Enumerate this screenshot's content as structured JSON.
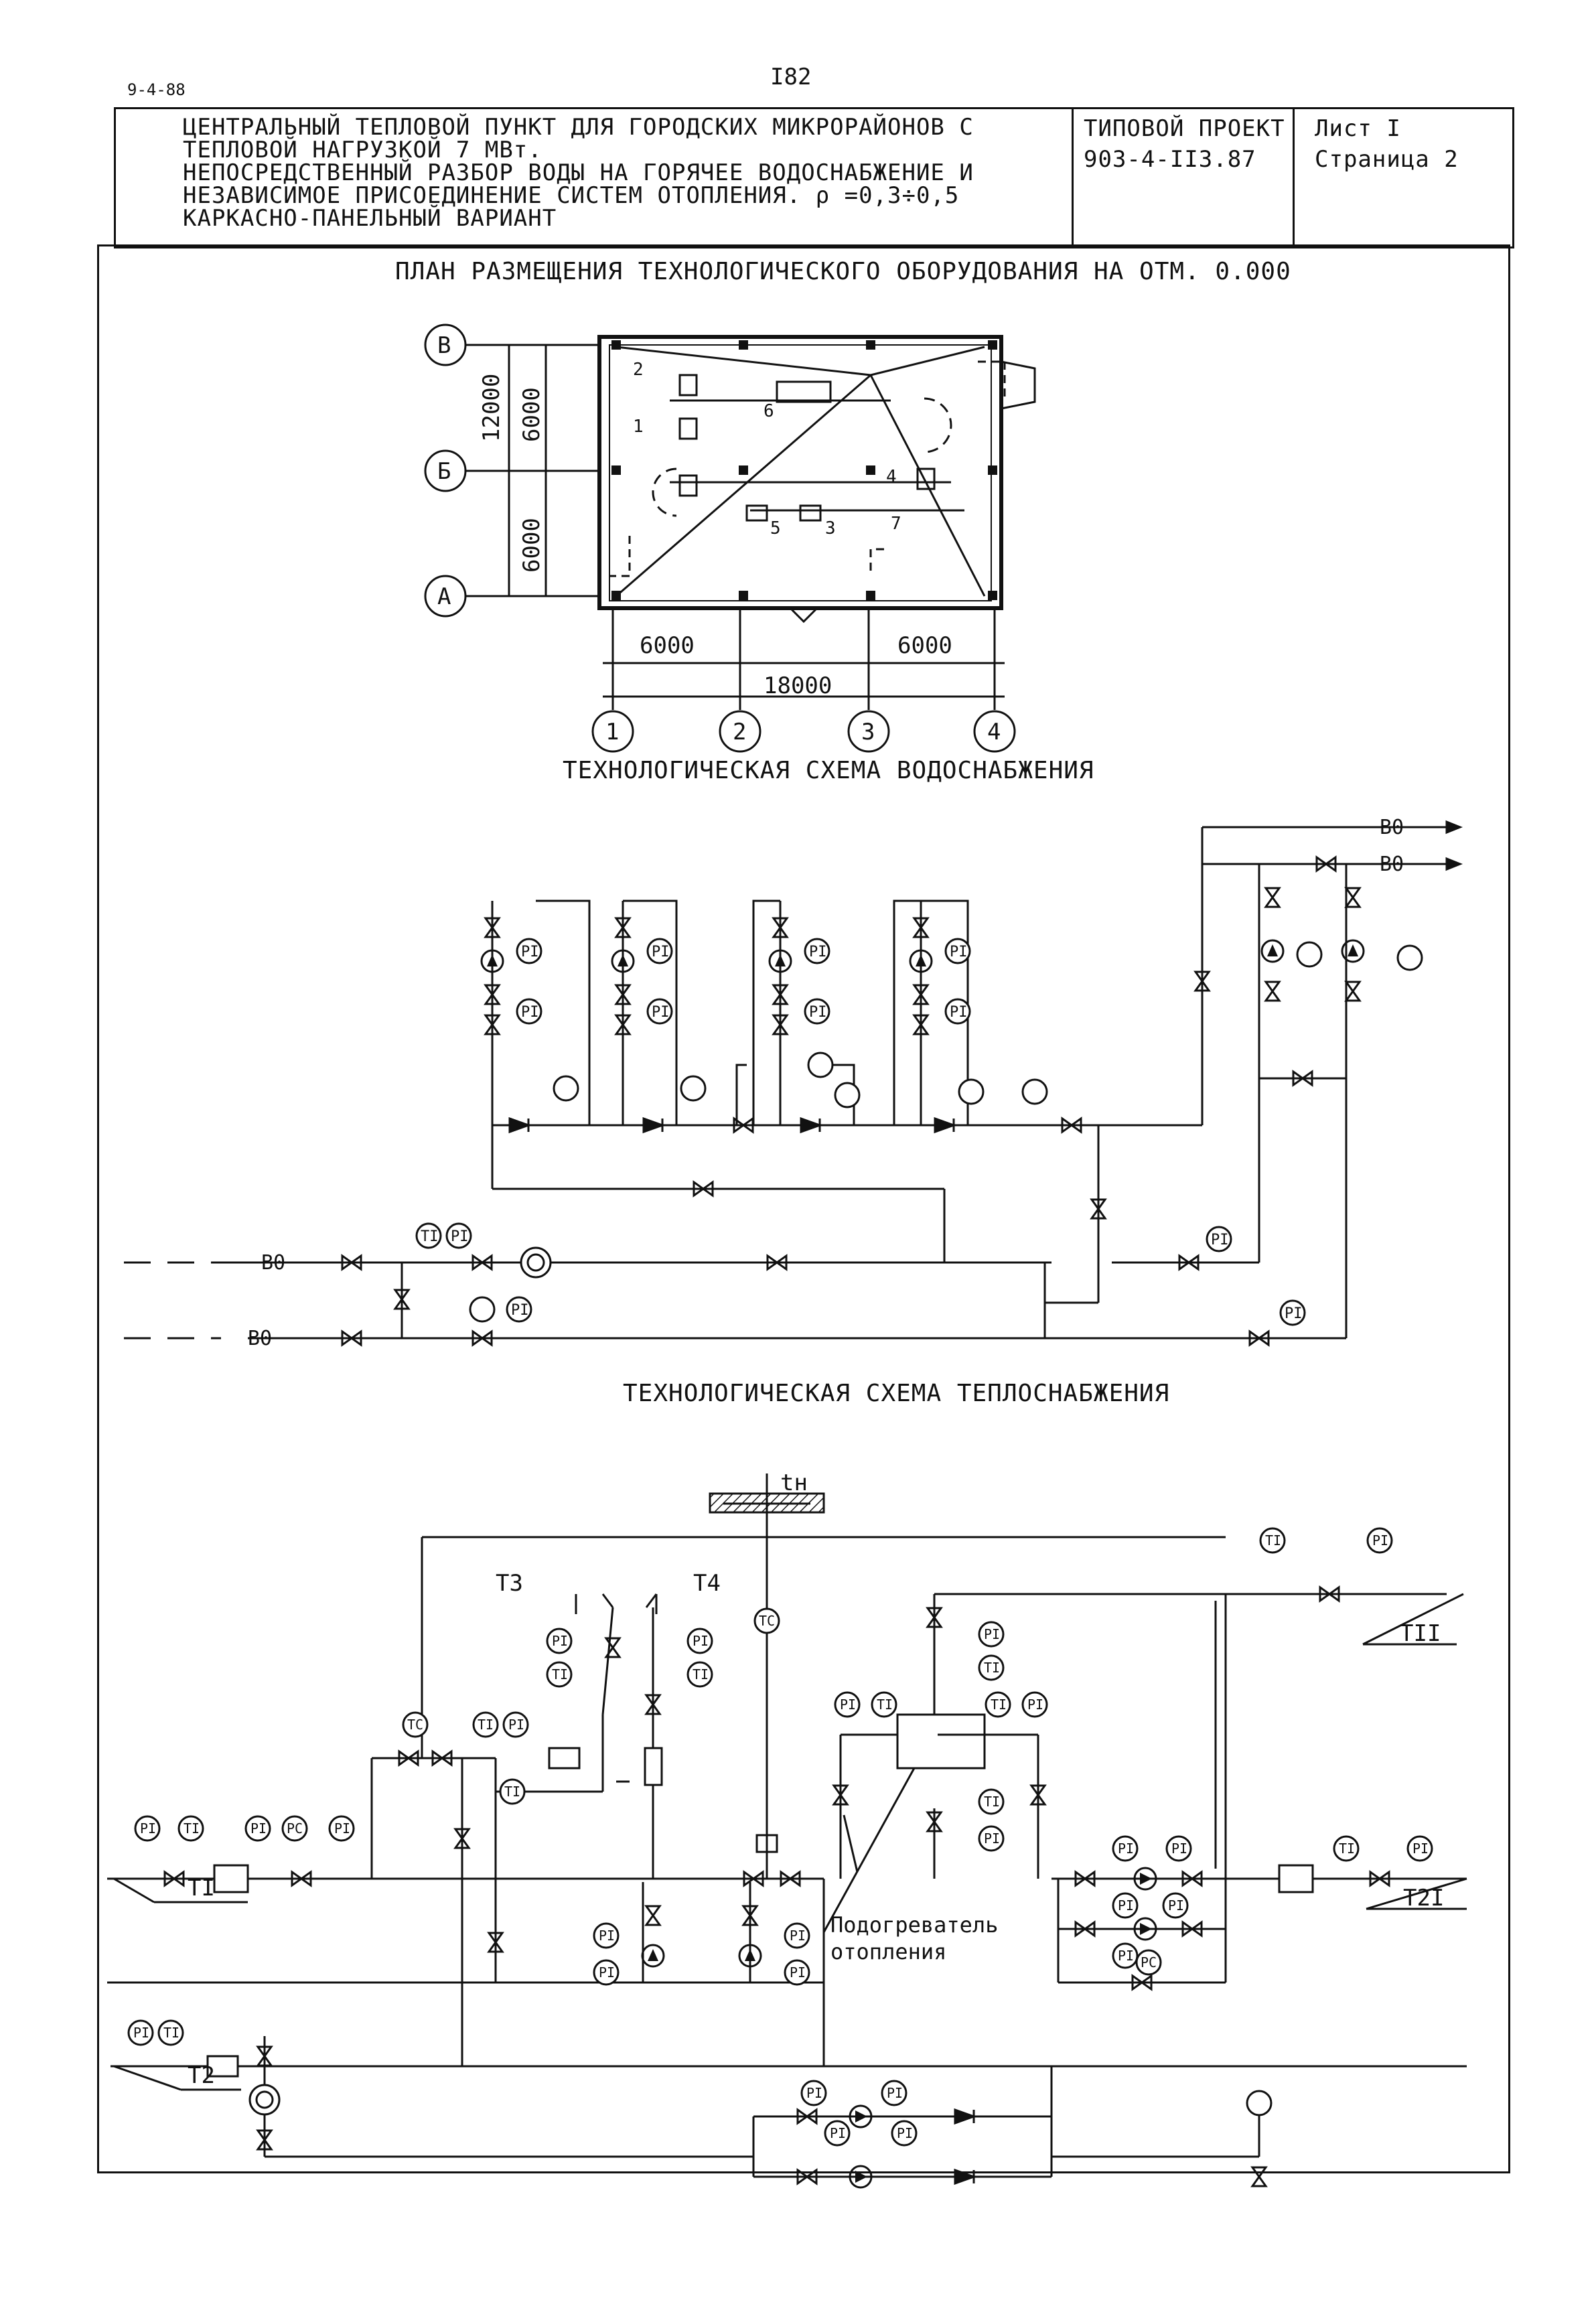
{
  "doc_code": "9-4-88",
  "page_number": "I82",
  "title_block": {
    "lines": [
      "ЦЕНТРАЛЬНЫЙ ТЕПЛОВОЙ ПУНКТ ДЛЯ ГОРОДСКИХ МИКРОРАЙОНОВ С",
      "ТЕПЛОВОЙ НАГРУЗКОЙ 7 МВт.",
      "НЕПОСРЕДСТВЕННЫЙ РАЗБОР ВОДЫ НА ГОРЯЧЕЕ ВОДОСНАБЖЕНИЕ И",
      "НЕЗАВИСИМОЕ ПРИСОЕДИНЕНИЕ СИСТЕМ ОТОПЛЕНИЯ. ρ =0,3÷0,5",
      "КАРКАСНО-ПАНЕЛЬНЫЙ ВАРИАНТ"
    ],
    "project_label": "ТИПОВОЙ ПРОЕКТ",
    "project_number": "903-4-II3.87",
    "sheet": "Лист I",
    "page": "Страница 2"
  },
  "plan": {
    "title": "ПЛАН РАЗМЕЩЕНИЯ ТЕХНОЛОГИЧЕСКОГО ОБОРУДОВАНИЯ НА ОТМ. 0.000",
    "row_axes": [
      "В",
      "Б",
      "А"
    ],
    "column_axes": [
      "1",
      "2",
      "3",
      "4"
    ],
    "dims": {
      "left_total": "12000",
      "left_top": "6000",
      "left_bottom": "6000",
      "bottom_left": "6000",
      "bottom_right": "6000",
      "total": "18000"
    },
    "equipment_marks": [
      "1",
      "2",
      "3",
      "4",
      "5",
      "6",
      "7"
    ]
  },
  "water_scheme": {
    "title": "ТЕХНОЛОГИЧЕСКАЯ СХЕМА ВОДОСНАБЖЕНИЯ",
    "line_label": "В0",
    "instrument_pi": "PI",
    "instrument_ti": "TI"
  },
  "heat_scheme": {
    "title": "ТЕХНОЛОГИЧЕСКАЯ СХЕМА ТЕПЛОСНАБЖЕНИЯ",
    "outdoor_temp": "tн",
    "lines": {
      "t1": "TI",
      "t2": "T2",
      "t3": "T3",
      "t4": "T4",
      "t11": "TII",
      "t21": "T2I"
    },
    "heater_label_1": "Подогреватель",
    "heater_label_2": "отопления",
    "instruments": {
      "pi": "PI",
      "ti": "TI",
      "tc": "TC",
      "pc": "PC"
    }
  }
}
